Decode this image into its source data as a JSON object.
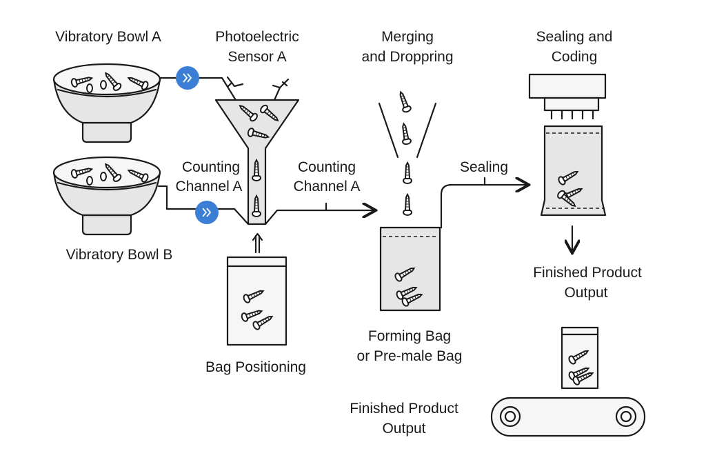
{
  "labels": {
    "bowl_a": "Vibratory Bowl A",
    "bowl_b": "Vibratory Bowl B",
    "sensor_line1": "Photoelectric",
    "sensor_line2": "Sensor A",
    "counting_left_line1": "Counting",
    "counting_left_line2": "Channel A",
    "counting_right_line1": "Counting",
    "counting_right_line2": "Channel A",
    "merging_line1": "Merging",
    "merging_line2": "and Droppring",
    "sealing_coding_line1": "Sealing and",
    "sealing_coding_line2": "Coding",
    "sealing": "Sealing",
    "finished_right_line1": "Finished Product",
    "finished_right_line2": "Output",
    "bag_positioning": "Bag Positioning",
    "forming_line1": "Forming Bag",
    "forming_line2": "or Pre-male Bag",
    "finished_bottom_line1": "Finished Product",
    "finished_bottom_line2": "Output"
  },
  "colors": {
    "accent": "#3a7fd5",
    "line": "#1a1a1a",
    "fill": "#e6e6e6"
  },
  "icons": {
    "feeder": "double-chevron-right-icon"
  }
}
